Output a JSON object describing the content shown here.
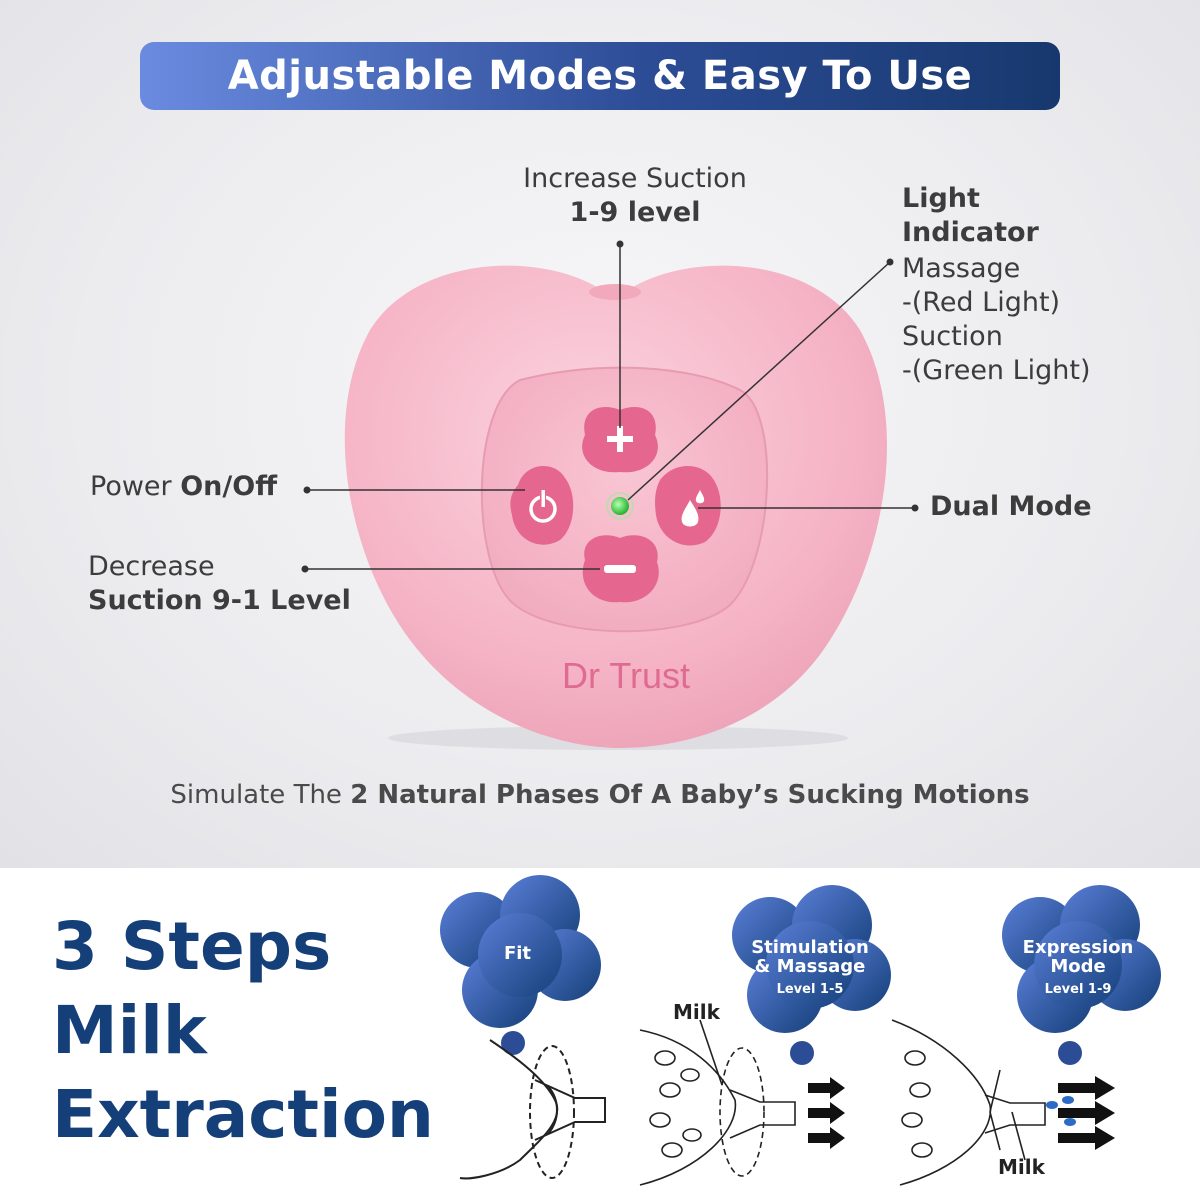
{
  "banner": {
    "title": "Adjustable Modes & Easy To Use"
  },
  "labels": {
    "increase_line1": "Increase Suction",
    "increase_line2": "1-9 level",
    "light_title1": "Light",
    "light_title2": "Indicator",
    "light_massage": "Massage",
    "light_red": "-(Red Light)",
    "light_suction": "Suction",
    "light_green": "-(Green Light)",
    "power_prefix": "Power ",
    "power_bold": "On/Off",
    "dual_mode": "Dual Mode",
    "decrease_line1": "Decrease",
    "decrease_line2": "Suction 9-1 Level"
  },
  "device": {
    "brand": "Dr Trust",
    "indicator_color": "#2fd23a"
  },
  "tagline": {
    "prefix": "Simulate The ",
    "bold": "2 Natural Phases Of A Baby’s Sucking Motions"
  },
  "steps_title": {
    "line1": "3 Steps",
    "line2": "Milk",
    "line3": "Extraction"
  },
  "steps": [
    {
      "title": "Fit",
      "level": ""
    },
    {
      "title_line1": "Stimulation",
      "title_line2": "& Massage",
      "level": "Level 1-5"
    },
    {
      "title_line1": "Expression",
      "title_line2": "Mode",
      "level": "Level 1-9"
    }
  ],
  "diagram_labels": {
    "milk_top": "Milk",
    "milk_bottom": "Milk"
  },
  "colors": {
    "navy": "#143f78",
    "pink": "#f6b9c9",
    "button_pink": "#e5668f"
  }
}
